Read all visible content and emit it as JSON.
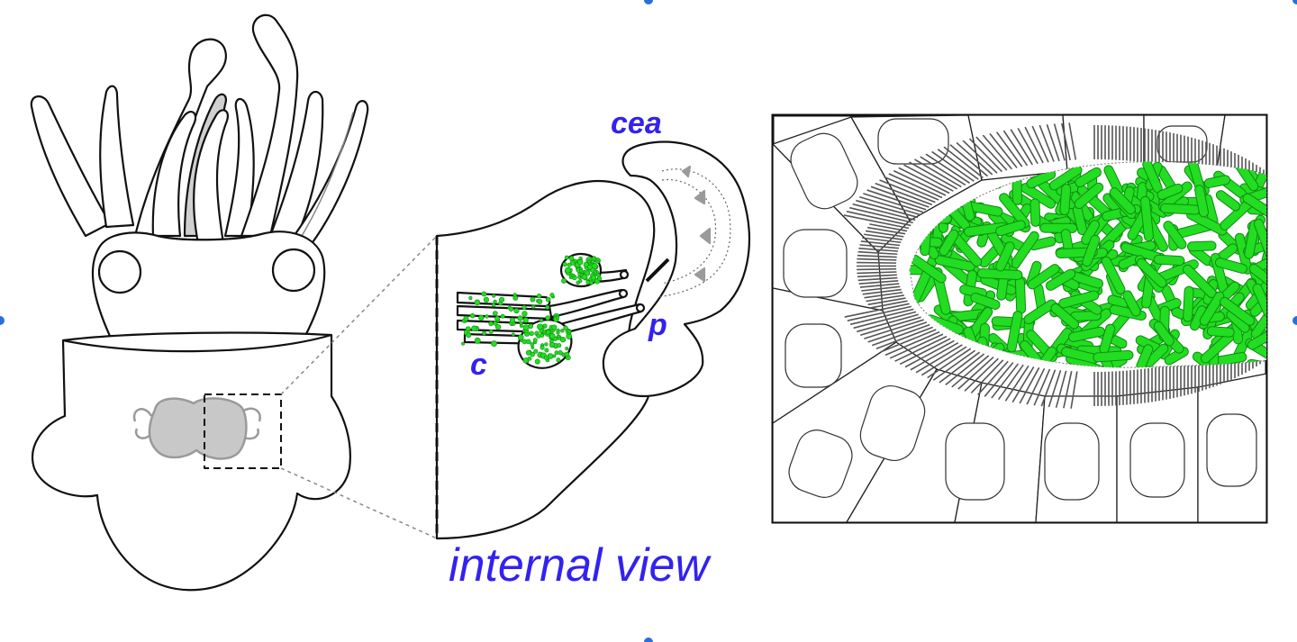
{
  "labels": {
    "cea": "cea",
    "p": "p",
    "c": "c",
    "internal_view": "internal view"
  },
  "colors": {
    "outline": "#111111",
    "organ_fill": "#c8c8c8",
    "organ_stroke": "#9a9a9a",
    "bacteria": "#22dd22",
    "bacteria_stroke": "#128a12",
    "label_blue": "#3322ee",
    "cilia": "#555555",
    "selection_handle": "#2a6fd6"
  },
  "icons": {
    "squid": "squid-outline",
    "light-organ": "light-organ-internal",
    "crypt": "crypt-cross-section",
    "bacteria": "rod-bacterium"
  }
}
